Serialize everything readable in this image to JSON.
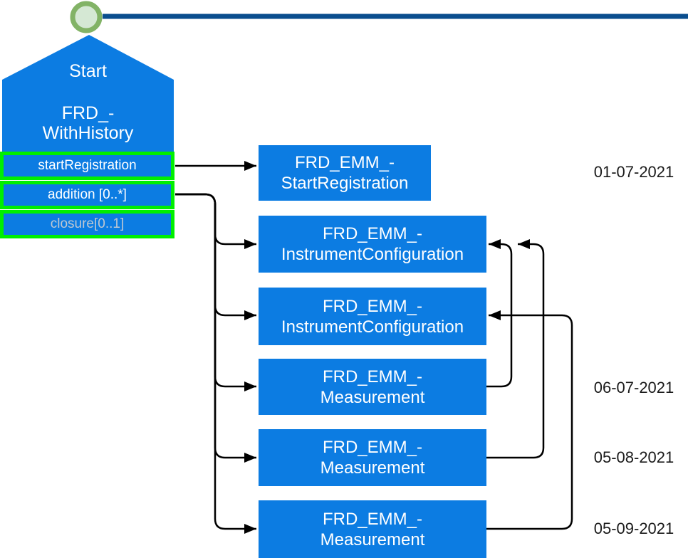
{
  "start_node": {
    "title": "Start",
    "type_line1": "FRD_-",
    "type_line2": "WithHistory",
    "slots": [
      {
        "label": "startRegistration"
      },
      {
        "label": "addition [0..*]"
      },
      {
        "label": "closure[0..1]"
      }
    ]
  },
  "event_nodes": [
    {
      "line1": "FRD_EMM_-",
      "line2": "StartRegistration"
    },
    {
      "line1": "FRD_EMM_-",
      "line2": "InstrumentConfiguration"
    },
    {
      "line1": "FRD_EMM_-",
      "line2": "InstrumentConfiguration"
    },
    {
      "line1": "FRD_EMM_-",
      "line2": "Measurement"
    },
    {
      "line1": "FRD_EMM_-",
      "line2": "Measurement"
    },
    {
      "line1": "FRD_EMM_-",
      "line2": "Measurement"
    }
  ],
  "dates": [
    {
      "label": "01-07-2021"
    },
    {
      "label": "06-07-2021"
    },
    {
      "label": "05-08-2021"
    },
    {
      "label": "05-09-2021"
    }
  ],
  "colors": {
    "node_fill": "#0c7ce2",
    "timeline_blue": "#0a4e8e",
    "highlight_green": "#00ef00",
    "milestone_fill": "#d5e8d4",
    "milestone_stroke": "#82b366",
    "connector": "#000000",
    "muted_slot_text": "#bfc8d2",
    "date_text": "#1a1a1a"
  }
}
